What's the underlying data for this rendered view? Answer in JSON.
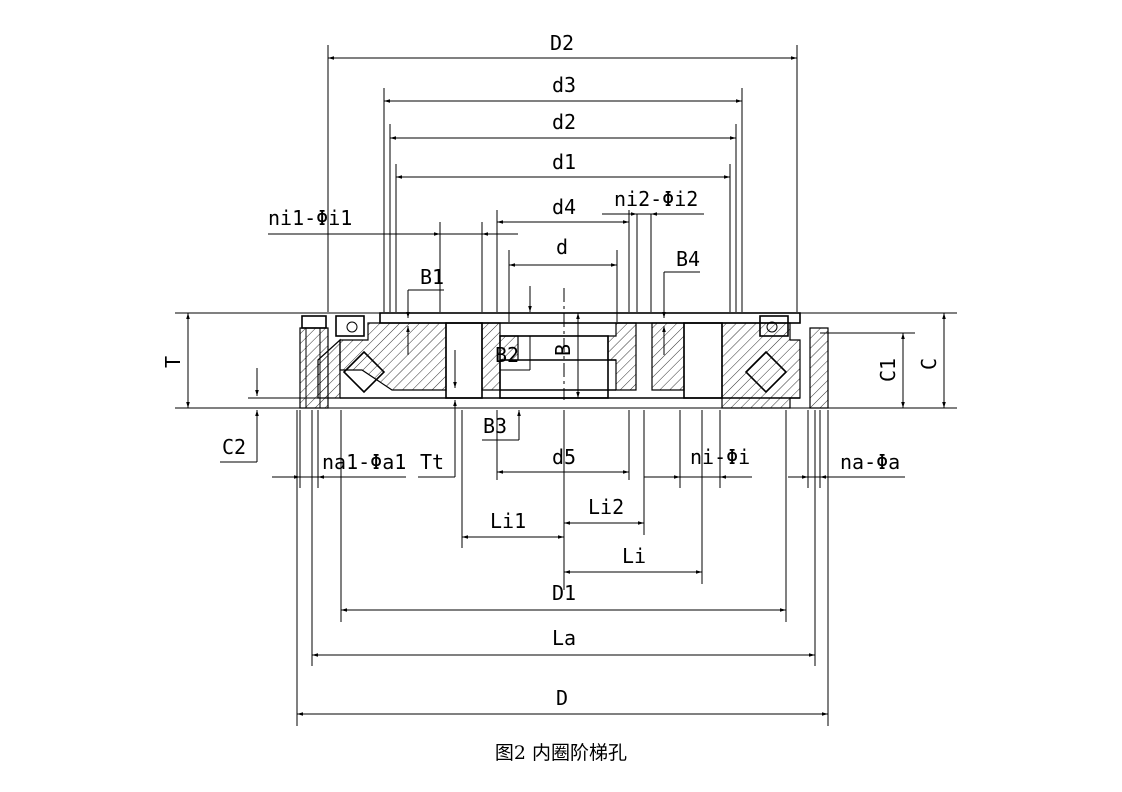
{
  "labels": {
    "D2": "D2",
    "d3": "d3",
    "d2": "d2",
    "d1": "d1",
    "d4": "d4",
    "d": "d",
    "ni1": "ni1-Φi1",
    "ni2": "ni2-Φi2",
    "B1": "B1",
    "B4": "B4",
    "B2": "B2",
    "B": "B",
    "B3": "B3",
    "T": "T",
    "C1": "C1",
    "C": "C",
    "C2": "C2",
    "na1": "na1-Φa1",
    "Tt": "Tt",
    "d5": "d5",
    "ni": "ni-Φi",
    "na": "na-Φa",
    "Li1": "Li1",
    "Li2": "Li2",
    "Li": "Li",
    "D1": "D1",
    "La": "La",
    "D": "D"
  },
  "caption": "图2 内圈阶梯孔"
}
